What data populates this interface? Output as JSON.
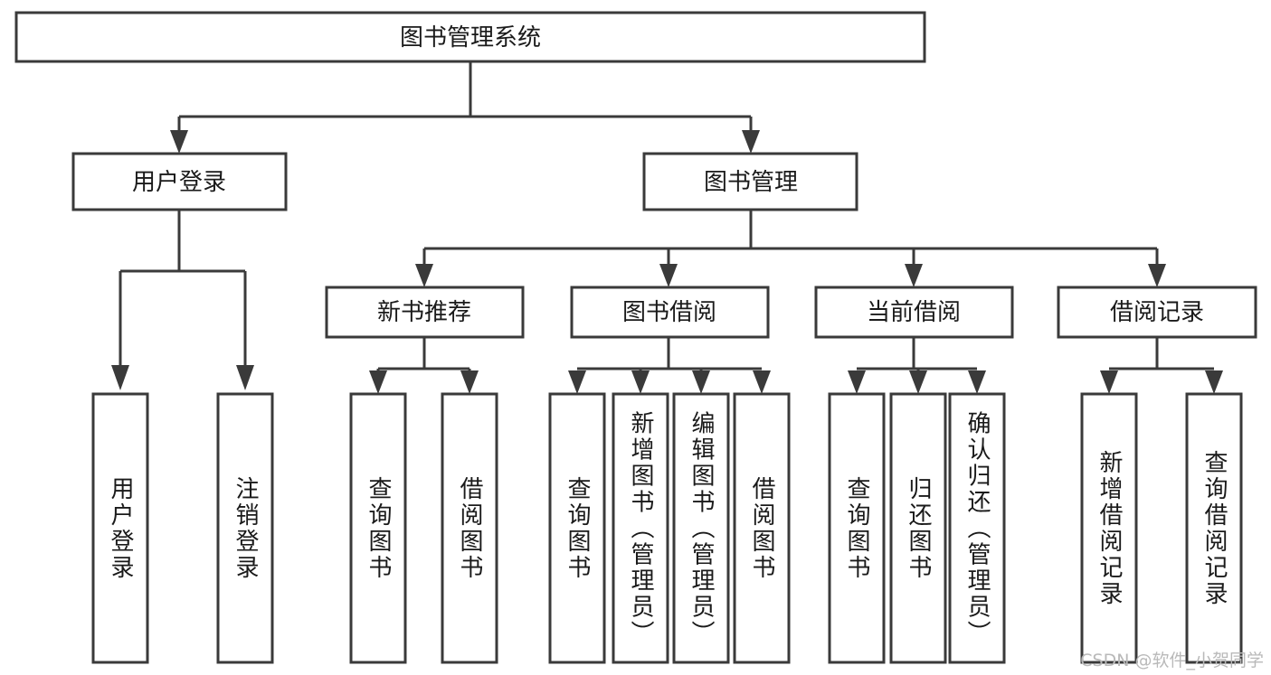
{
  "diagram": {
    "title": "图书管理系统",
    "watermark": "CSDN @软件_小贺同学",
    "colors": {
      "stroke": "#3a3a3a",
      "fill": "#ffffff",
      "text": "#1a1a1a",
      "watermark": "#b9b9b9"
    },
    "nodes": {
      "root": {
        "label": "图书管理系统"
      },
      "level2": [
        {
          "label": "用户登录"
        },
        {
          "label": "图书管理"
        }
      ],
      "level3": [
        {
          "label": "新书推荐"
        },
        {
          "label": "图书借阅"
        },
        {
          "label": "当前借阅"
        },
        {
          "label": "借阅记录"
        }
      ],
      "leaves_user_login": [
        {
          "label": "用户登录"
        },
        {
          "label": "注销登录"
        }
      ],
      "leaves_new_book": [
        {
          "label": "查询图书"
        },
        {
          "label": "借阅图书"
        }
      ],
      "leaves_borrow": [
        {
          "label": "查询图书"
        },
        {
          "label": "新增图书（管理员）"
        },
        {
          "label": "编辑图书（管理员）"
        },
        {
          "label": "借阅图书"
        }
      ],
      "leaves_current": [
        {
          "label": "查询图书"
        },
        {
          "label": "归还图书"
        },
        {
          "label": "确认归还（管理员）"
        }
      ],
      "leaves_record": [
        {
          "label": "新增借阅记录"
        },
        {
          "label": "查询借阅记录"
        }
      ]
    }
  }
}
